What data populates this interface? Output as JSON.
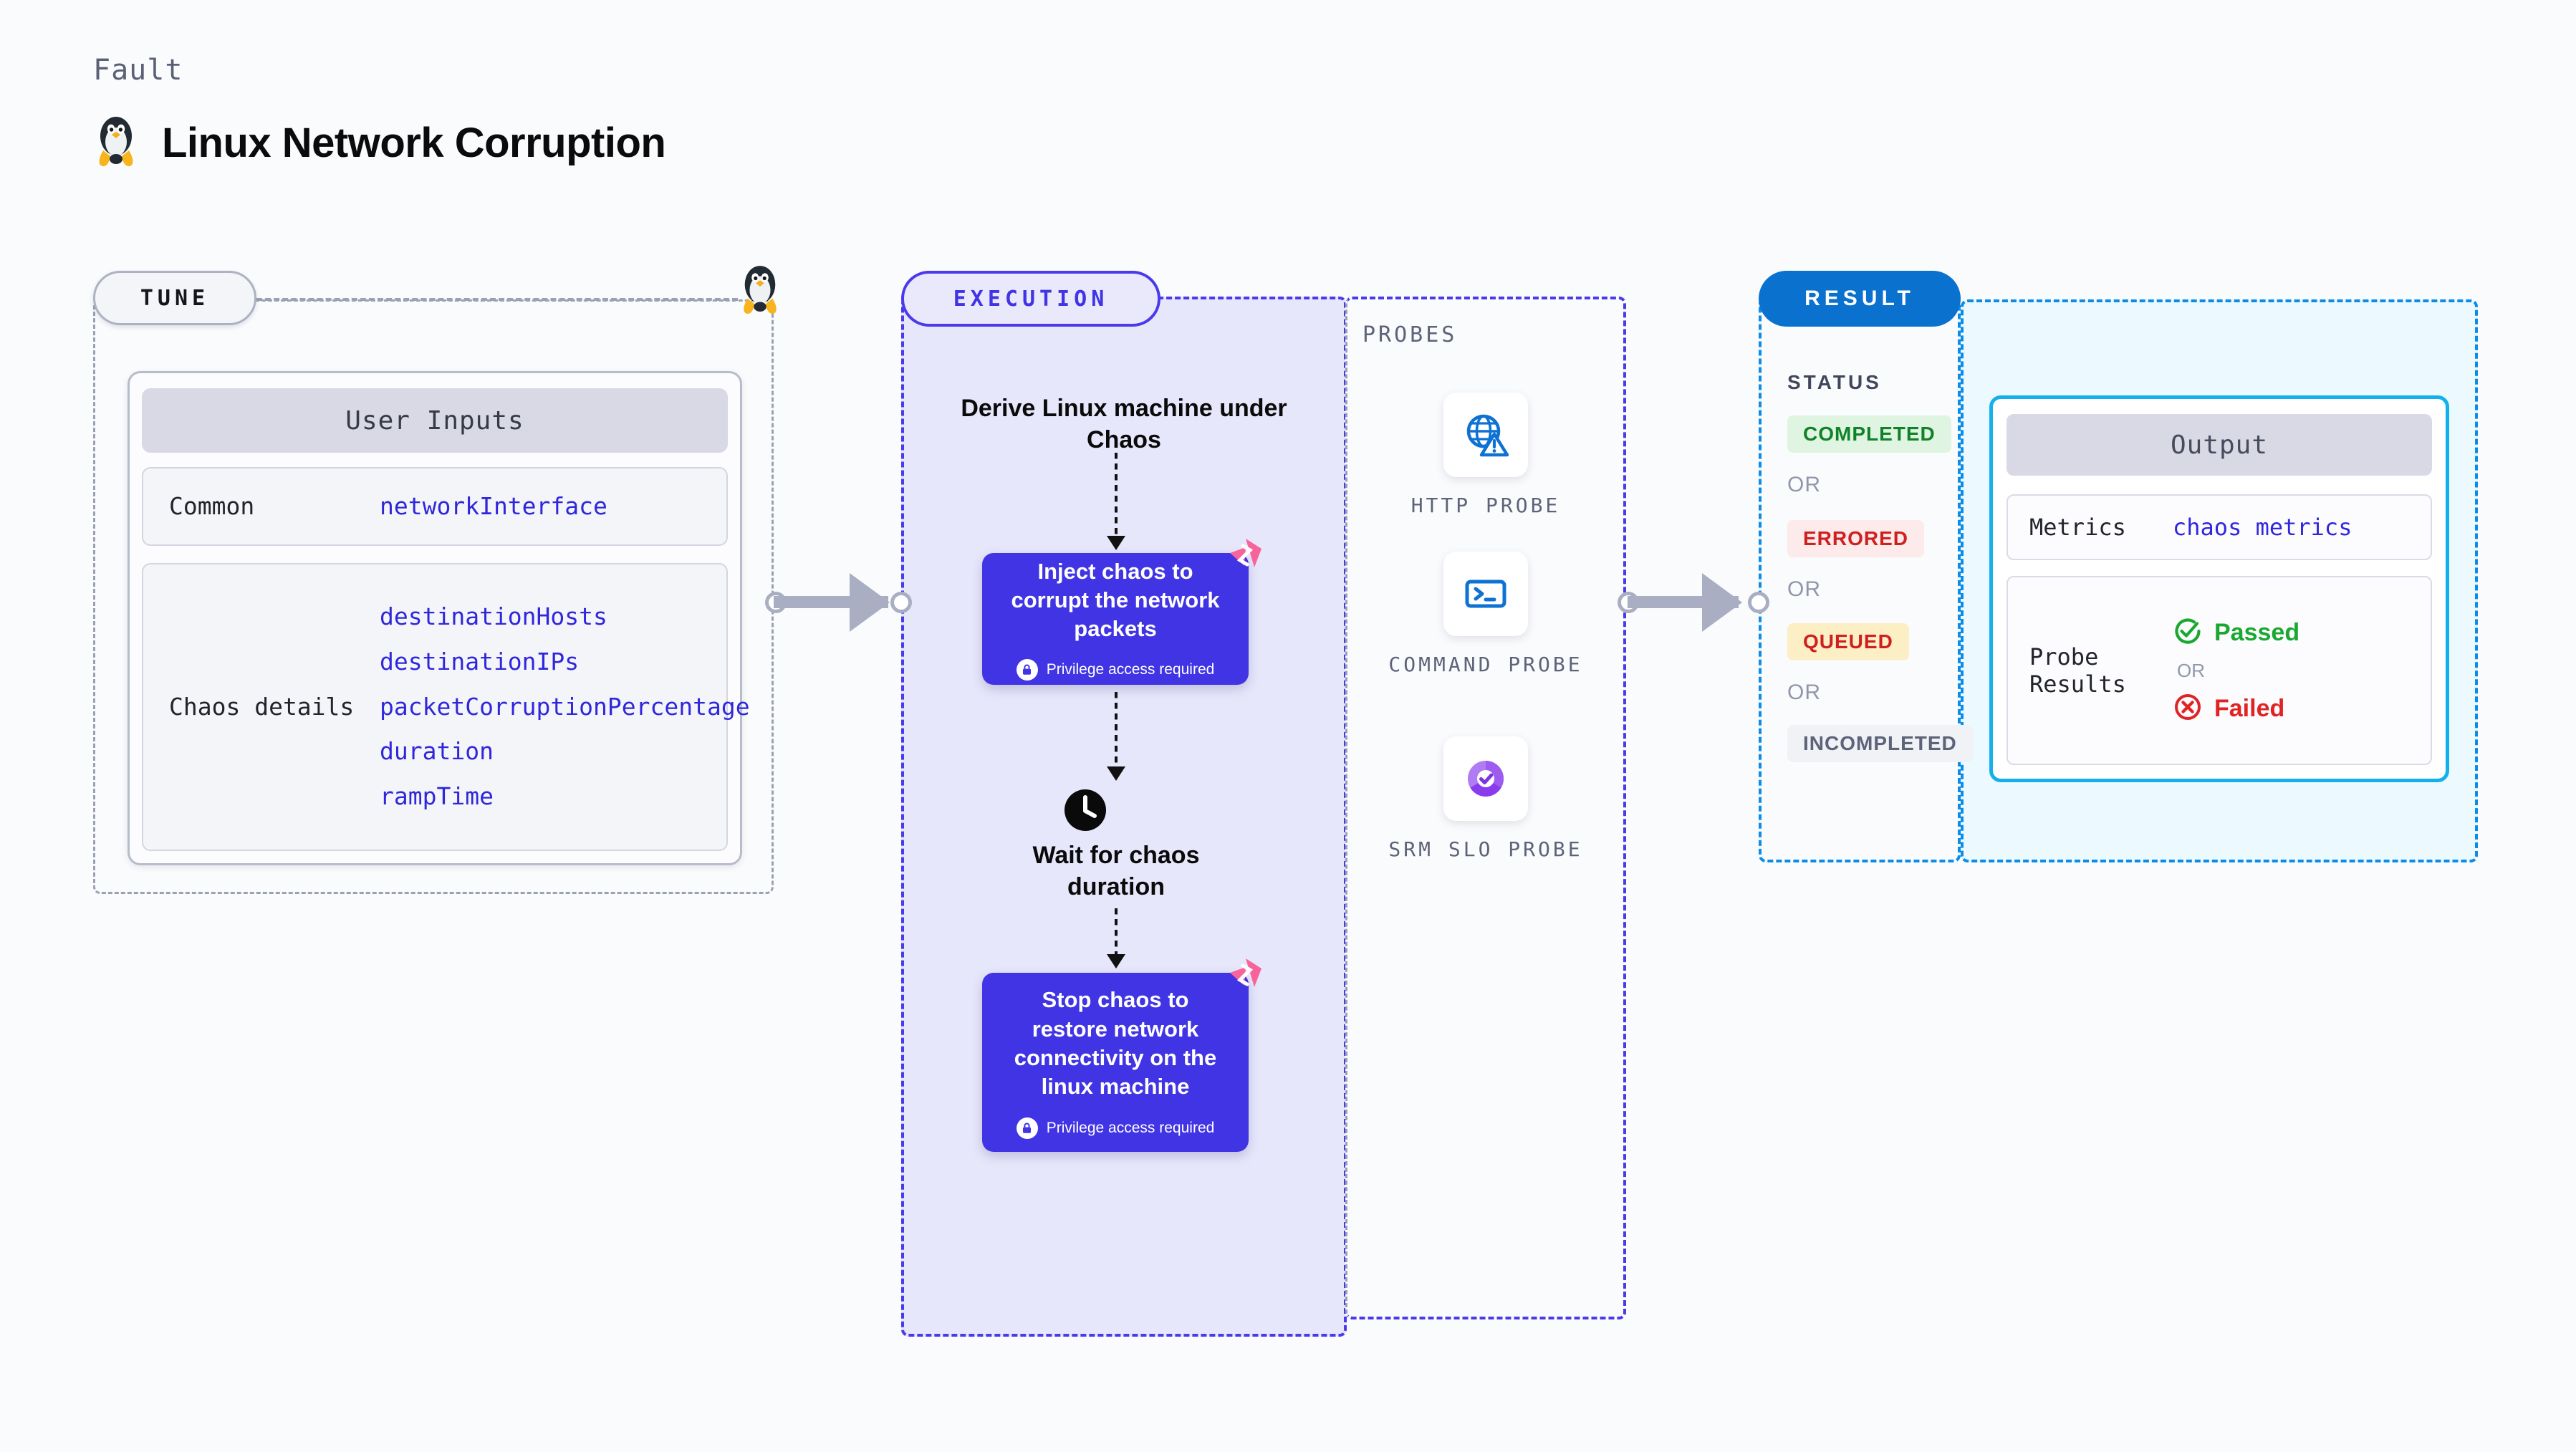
{
  "header": {
    "kicker": "Fault",
    "title": "Linux Network Corruption",
    "icon": "linux-tux-icon"
  },
  "tune": {
    "pill_label": "TUNE",
    "card_header": "User Inputs",
    "rows": [
      {
        "key": "Common",
        "values": [
          "networkInterface"
        ]
      },
      {
        "key": "Chaos details",
        "values": [
          "destinationHosts",
          "destinationIPs",
          "packetCorruptionPercentage",
          "duration",
          "rampTime"
        ]
      }
    ]
  },
  "execution": {
    "pill_label": "EXECUTION",
    "step_derive": "Derive Linux machine under Chaos",
    "step_inject": "Inject chaos to corrupt the network packets",
    "step_wait": "Wait for chaos duration",
    "step_stop": "Stop chaos to restore network connectivity on the linux machine",
    "privilege_note": "Privilege access required",
    "card_color": "#4034e5",
    "region_color": "#e7e7fb",
    "badge_color": "#f9639b"
  },
  "probes": {
    "section_label": "PROBES",
    "items": [
      {
        "label": "HTTP PROBE",
        "icon": "globe-warning-icon"
      },
      {
        "label": "COMMAND PROBE",
        "icon": "terminal-icon"
      },
      {
        "label": "SRM SLO PROBE",
        "icon": "slo-donut-check-icon"
      }
    ]
  },
  "result": {
    "pill_label": "RESULT",
    "pill_color": "#0a72ce",
    "status_label": "STATUS",
    "or_label": "OR",
    "statuses": [
      {
        "label": "COMPLETED",
        "bg": "#dff5e1",
        "fg": "#108227"
      },
      {
        "label": "ERRORED",
        "bg": "#fdeaea",
        "fg": "#cf2020"
      },
      {
        "label": "QUEUED",
        "bg": "#fcefc6",
        "fg": "#cf2020"
      },
      {
        "label": "INCOMPLETED",
        "bg": "#f1f2f6",
        "fg": "#5d6378"
      }
    ]
  },
  "output": {
    "card_header": "Output",
    "metrics_key": "Metrics",
    "metrics_value": "chaos metrics",
    "probe_results_key": "Probe Results",
    "passed_label": "Passed",
    "failed_label": "Failed",
    "or_label": "OR",
    "passed_color": "#1aa831",
    "failed_color": "#e02424",
    "border_color": "#14b0ec",
    "region_color": "#ecfaff"
  }
}
